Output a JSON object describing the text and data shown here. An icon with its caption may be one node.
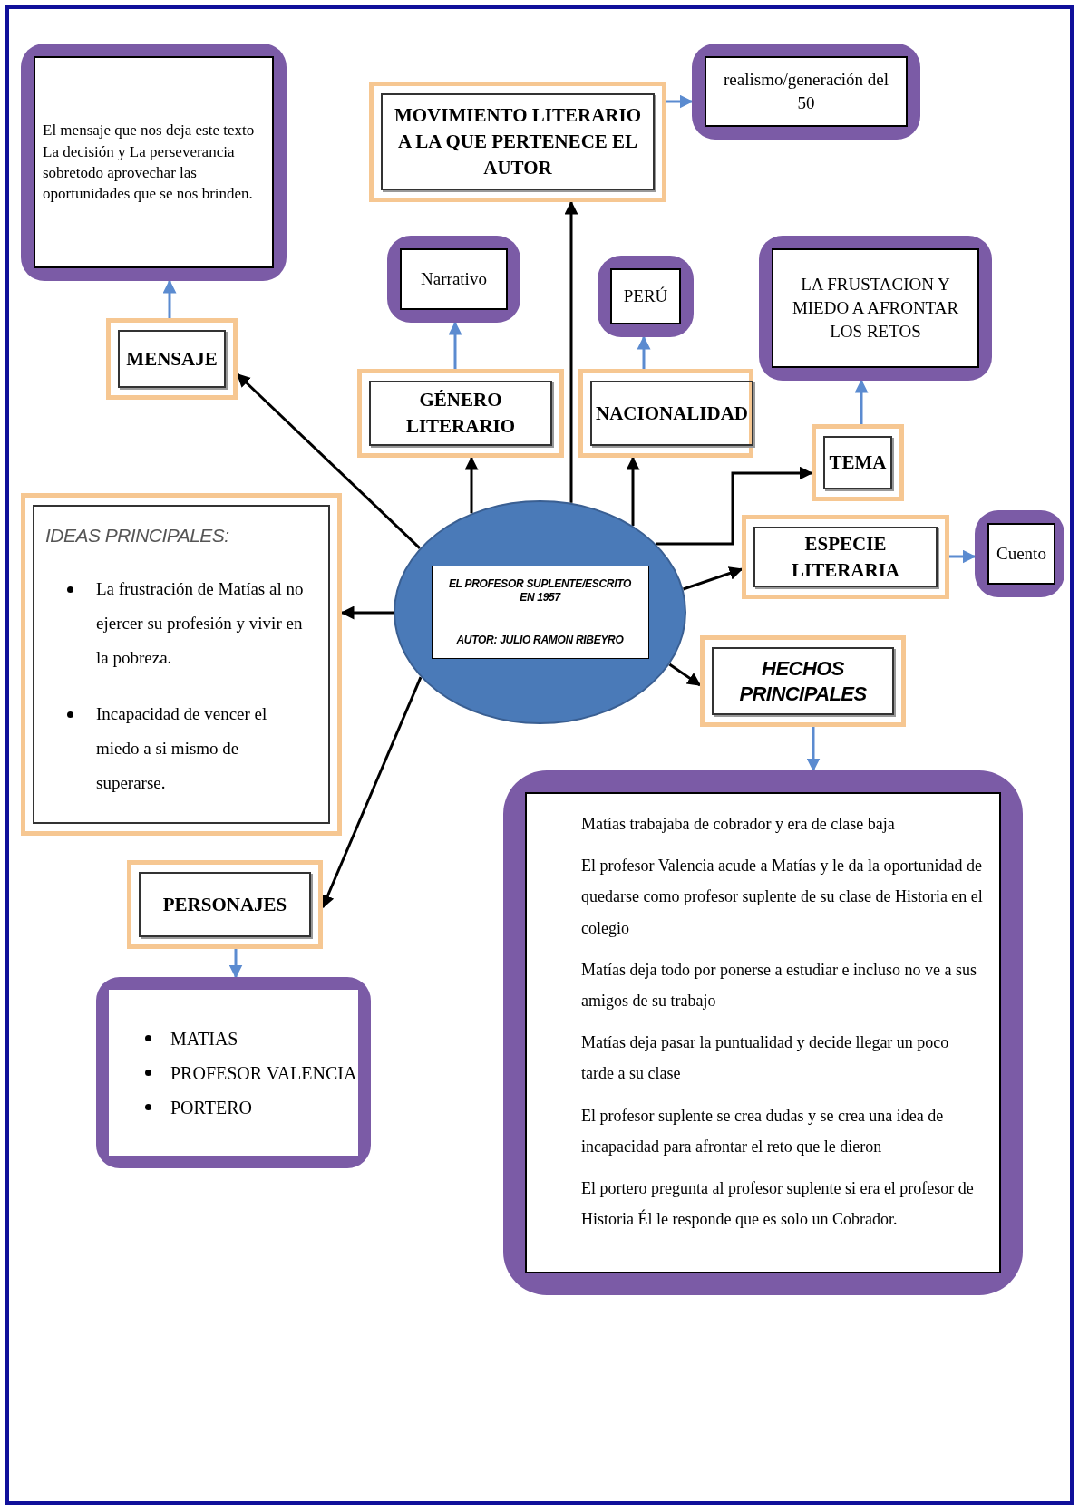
{
  "diagram": {
    "nodes": [
      {
        "text": [
          "EL PROFESOR SUPLENTE/ESCRITO EN 1957",
          "AUTOR: JULIO RAMON RIBEYRO"
        ]
      },
      {
        "text": [
          "MENSAJE"
        ]
      },
      {
        "text": [
          "El mensaje que nos deja este texto La decisión y La perseverancia sobretodo aprovechar las oportunidades que se nos brinden."
        ]
      },
      {
        "text": [
          "MOVIMIENTO LITERARIO A LA QUE PERTENECE EL AUTOR"
        ]
      },
      {
        "text": [
          "realismo/generación del 50"
        ]
      },
      {
        "text": [
          "GÉNERO LITERARIO"
        ]
      },
      {
        "text": [
          "Narrativo"
        ]
      },
      {
        "text": [
          "NACIONALIDAD"
        ]
      },
      {
        "text": [
          "PERÚ"
        ]
      },
      {
        "text": [
          "TEMA"
        ]
      },
      {
        "text": [
          "LA FRUSTACION Y MIEDO A AFRONTAR LOS RETOS"
        ]
      },
      {
        "text": [
          "ESPECIE LITERARIA"
        ]
      },
      {
        "text": [
          "Cuento"
        ]
      },
      {
        "text": [
          "IDEAS PRINCIPALES:",
          "La frustración de Matías al no ejercer su profesión y vivir en la pobreza.",
          "Incapacidad de vencer el miedo a si mismo de superarse."
        ]
      },
      {
        "text": [
          "HECHOS PRINCIPALES"
        ]
      },
      {
        "text": [
          "Matías trabajaba de cobrador y era de clase baja",
          "El profesor Valencia acude a Matías y le da la oportunidad de quedarse como profesor suplente de su clase de Historia en el colegio",
          "Matías deja todo por ponerse a estudiar e incluso no ve a sus amigos de su trabajo",
          "Matías deja pasar la puntualidad y decide llegar un poco tarde a su clase",
          "El profesor suplente se crea dudas y se crea una idea de incapacidad para afrontar el reto que le dieron",
          "El portero pregunta al profesor suplente si era el profesor de Historia Él le responde que es solo un Cobrador."
        ]
      },
      {
        "text": [
          "PERSONAJES"
        ]
      },
      {
        "text": [
          "MATIAS",
          "PROFESOR VALENCIA",
          "PORTERO"
        ]
      }
    ],
    "edges": [
      {
        "from": 0,
        "to": 1,
        "arrow": "to"
      },
      {
        "from": 0,
        "to": 5,
        "arrow": "to"
      },
      {
        "from": 0,
        "to": 3,
        "arrow": "to"
      },
      {
        "from": 0,
        "to": 7,
        "arrow": "to"
      },
      {
        "from": 0,
        "to": 9,
        "arrow": "to"
      },
      {
        "from": 0,
        "to": 11,
        "arrow": "to"
      },
      {
        "from": 0,
        "to": 14,
        "arrow": "to"
      },
      {
        "from": 0,
        "to": 13,
        "arrow": "to"
      },
      {
        "from": 0,
        "to": 16,
        "arrow": "to"
      },
      {
        "from": 1,
        "to": 2,
        "arrow": "to",
        "color": "#5b8bd0"
      },
      {
        "from": 3,
        "to": 4,
        "arrow": "to",
        "color": "#5b8bd0"
      },
      {
        "from": 5,
        "to": 6,
        "arrow": "to",
        "color": "#5b8bd0"
      },
      {
        "from": 7,
        "to": 8,
        "arrow": "to",
        "color": "#5b8bd0"
      },
      {
        "from": 9,
        "to": 10,
        "arrow": "to",
        "color": "#5b8bd0"
      },
      {
        "from": 11,
        "to": 12,
        "arrow": "to",
        "color": "#5b8bd0"
      },
      {
        "from": 14,
        "to": 15,
        "arrow": "to",
        "color": "#5b8bd0"
      },
      {
        "from": 16,
        "to": 17,
        "arrow": "to",
        "color": "#5b8bd0"
      }
    ]
  }
}
